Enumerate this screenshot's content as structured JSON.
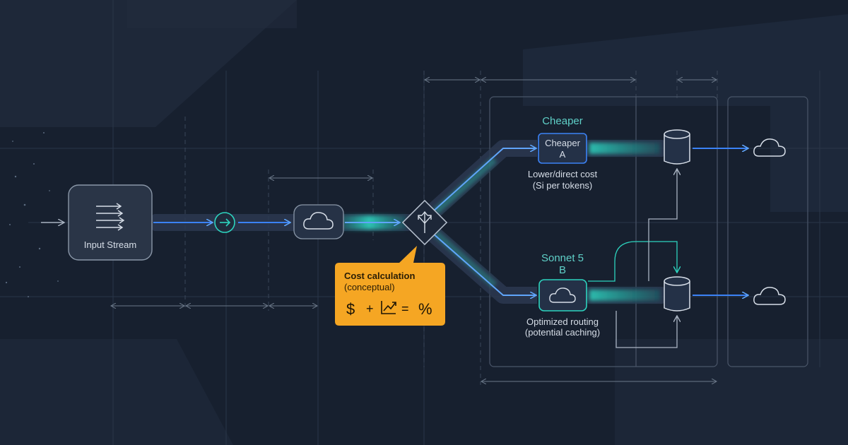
{
  "input_node": {
    "label": "Input Stream"
  },
  "cost_callout": {
    "title": "Cost calculation",
    "subtitle": "(conceptual)",
    "formula": {
      "dollar": "$",
      "plus": "+",
      "equals": "=",
      "percent": "%"
    }
  },
  "route_a": {
    "heading": "Cheaper",
    "node_line1": "Cheaper",
    "node_line2": "A",
    "desc_line1": "Lower/direct cost",
    "desc_line2": "(Si per tokens)"
  },
  "route_b": {
    "heading_line1": "Sonnet 5",
    "heading_line2": "B",
    "desc_line1": "Optimized routing",
    "desc_line2": "(potential caching)"
  },
  "colors": {
    "background": "#17202f",
    "panel": "#1e293b",
    "line_blue": "#3b82f6",
    "teal": "#2dd4bf",
    "callout": "#f5a623",
    "text_light": "#d7dee8",
    "text_teal": "#5fd0c8"
  }
}
